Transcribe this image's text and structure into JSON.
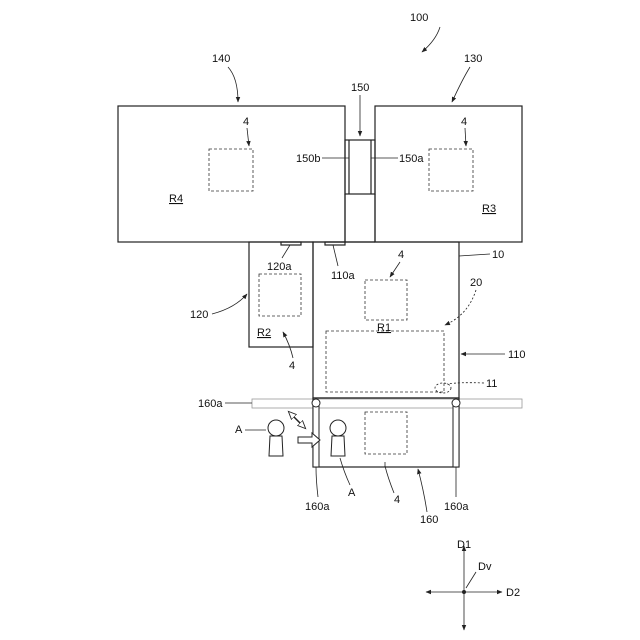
{
  "figure": {
    "ref_100": "100",
    "ref_140": "140",
    "ref_130": "130",
    "ref_150": "150",
    "ref_150a": "150a",
    "ref_150b": "150b",
    "ref_4": "4",
    "room_R1": "R1",
    "room_R2": "R2",
    "room_R3": "R3",
    "room_R4": "R4",
    "ref_10": "10",
    "ref_20": "20",
    "ref_110": "110",
    "ref_110a": "110a",
    "ref_120": "120",
    "ref_120a": "120a",
    "ref_11": "11",
    "ref_160": "160",
    "ref_160a": "160a",
    "person_A": "A",
    "axis_D1": "D1",
    "axis_D2": "D2",
    "axis_Dv": "Dv"
  }
}
